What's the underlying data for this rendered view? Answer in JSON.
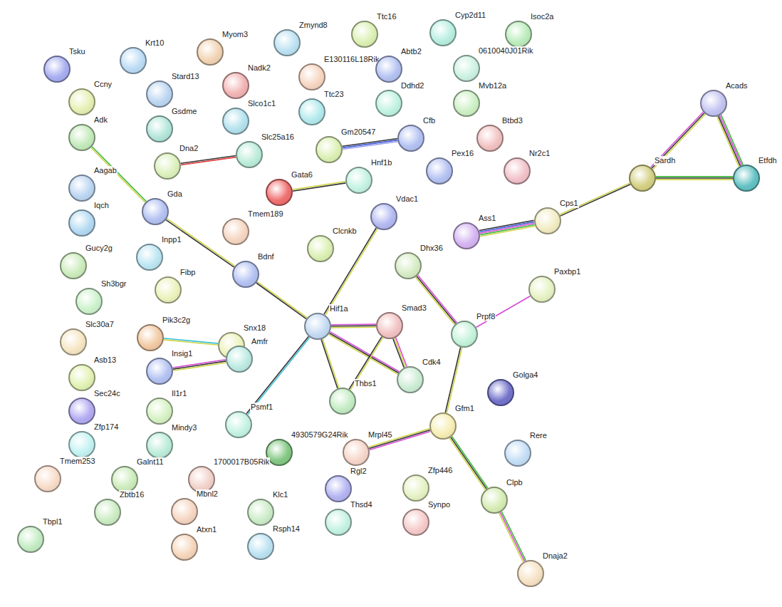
{
  "diagram": {
    "nodes": [
      {
        "text": [
          "Tsku"
        ]
      },
      {
        "text": [
          "Krt10"
        ]
      },
      {
        "text": [
          "Myom3"
        ]
      },
      {
        "text": [
          "Zmynd8"
        ]
      },
      {
        "text": [
          "Ttc16"
        ]
      },
      {
        "text": [
          "Cyp2d11"
        ]
      },
      {
        "text": [
          "Isoc2a"
        ]
      },
      {
        "text": [
          "Ccny"
        ]
      },
      {
        "text": [
          "Stard13"
        ]
      },
      {
        "text": [
          "Nadk2"
        ]
      },
      {
        "text": [
          "E130116L18Rik"
        ]
      },
      {
        "text": [
          "Abtb2"
        ]
      },
      {
        "text": [
          "0610040J01Rik"
        ]
      },
      {
        "text": [
          "Adk"
        ]
      },
      {
        "text": [
          "Gsdme"
        ]
      },
      {
        "text": [
          "Slco1c1"
        ]
      },
      {
        "text": [
          "Ttc23"
        ]
      },
      {
        "text": [
          "Ddhd2"
        ]
      },
      {
        "text": [
          "Mvb12a"
        ]
      },
      {
        "text": [
          "Acads"
        ]
      },
      {
        "text": [
          "Dna2"
        ]
      },
      {
        "text": [
          "Slc25a16"
        ]
      },
      {
        "text": [
          "Gm20547"
        ]
      },
      {
        "text": [
          "Cfb"
        ]
      },
      {
        "text": [
          "Btbd3"
        ]
      },
      {
        "text": [
          "Aagab"
        ]
      },
      {
        "text": [
          "Pex16"
        ]
      },
      {
        "text": [
          "Nr2c1"
        ]
      },
      {
        "text": [
          "Gata6"
        ]
      },
      {
        "text": [
          "Hnf1b"
        ]
      },
      {
        "text": [
          "Sardh"
        ]
      },
      {
        "text": [
          "Etfdh"
        ]
      },
      {
        "text": [
          "Gda"
        ]
      },
      {
        "text": [
          "Iqch"
        ]
      },
      {
        "text": [
          "Vdac1"
        ]
      },
      {
        "text": [
          "Cps1"
        ]
      },
      {
        "text": [
          "Ass1"
        ]
      },
      {
        "text": [
          "Tmem189"
        ]
      },
      {
        "text": [
          "Clcnkb"
        ]
      },
      {
        "text": [
          "Inpp1"
        ]
      },
      {
        "text": [
          "Gucy2g"
        ]
      },
      {
        "text": [
          "Bdnf"
        ]
      },
      {
        "text": [
          "Dhx36"
        ]
      },
      {
        "text": [
          "Paxbp1"
        ]
      },
      {
        "text": [
          "Sh3bgr"
        ]
      },
      {
        "text": [
          "Fibp"
        ]
      },
      {
        "text": [
          "Hif1a"
        ]
      },
      {
        "text": [
          "Smad3"
        ]
      },
      {
        "text": [
          "Prpf8"
        ]
      },
      {
        "text": [
          "Snx18"
        ]
      },
      {
        "text": [
          "Pik3c2g"
        ]
      },
      {
        "text": [
          "Slc30a7"
        ]
      },
      {
        "text": [
          "Amfr"
        ]
      },
      {
        "text": [
          "Insig1"
        ]
      },
      {
        "text": [
          "Asb13"
        ]
      },
      {
        "text": [
          "Cdk4"
        ]
      },
      {
        "text": [
          "Golga4"
        ]
      },
      {
        "text": [
          "Thbs1"
        ]
      },
      {
        "text": [
          "Sec24c"
        ]
      },
      {
        "text": [
          "Il1r1"
        ]
      },
      {
        "text": [
          "Gfm1"
        ]
      },
      {
        "text": [
          "Psmf1"
        ]
      },
      {
        "text": [
          "Zfp174"
        ]
      },
      {
        "text": [
          "Mindy3"
        ]
      },
      {
        "text": [
          "4930579G24Rik"
        ]
      },
      {
        "text": [
          "Mrpl45"
        ]
      },
      {
        "text": [
          "Rere"
        ]
      },
      {
        "text": [
          "Tmem253"
        ]
      },
      {
        "text": [
          "Galnt11"
        ]
      },
      {
        "text": [
          "1700017B05Rik"
        ]
      },
      {
        "text": [
          "Rgl2"
        ]
      },
      {
        "text": [
          "Zfp446"
        ]
      },
      {
        "text": [
          "Clpb"
        ]
      },
      {
        "text": [
          "Zbtb16"
        ]
      },
      {
        "text": [
          "Mbnl2"
        ]
      },
      {
        "text": [
          "Klc1"
        ]
      },
      {
        "text": [
          "Thsd4"
        ]
      },
      {
        "text": [
          "Synpo"
        ]
      },
      {
        "text": [
          "Atxn1"
        ]
      },
      {
        "text": [
          "Rsph14"
        ]
      },
      {
        "text": [
          "Tbpl1"
        ]
      },
      {
        "text": [
          "Dnaja2"
        ]
      }
    ],
    "edges": [
      {
        "from": 13,
        "to": 32,
        "arrow": "none"
      },
      {
        "from": 32,
        "to": 41,
        "arrow": "none"
      },
      {
        "from": 41,
        "to": 46,
        "arrow": "none"
      },
      {
        "from": 20,
        "to": 21,
        "arrow": "none"
      },
      {
        "from": 22,
        "to": 23,
        "arrow": "none"
      },
      {
        "from": 28,
        "to": 29,
        "arrow": "none"
      },
      {
        "from": 34,
        "to": 46,
        "arrow": "none"
      },
      {
        "from": 46,
        "to": 47,
        "arrow": "none"
      },
      {
        "from": 46,
        "to": 57,
        "arrow": "none"
      },
      {
        "from": 46,
        "to": 55,
        "arrow": "none"
      },
      {
        "from": 47,
        "to": 57,
        "arrow": "none"
      },
      {
        "from": 47,
        "to": 55,
        "arrow": "none"
      },
      {
        "from": 46,
        "to": 61,
        "arrow": "none"
      },
      {
        "from": 50,
        "to": 49,
        "arrow": "none"
      },
      {
        "from": 53,
        "to": 52,
        "arrow": "none"
      },
      {
        "from": 42,
        "to": 48,
        "arrow": "none"
      },
      {
        "from": 48,
        "to": 43,
        "arrow": "none"
      },
      {
        "from": 48,
        "to": 60,
        "arrow": "none"
      },
      {
        "from": 60,
        "to": 65,
        "arrow": "none"
      },
      {
        "from": 60,
        "to": 72,
        "arrow": "none"
      },
      {
        "from": 72,
        "to": 81,
        "arrow": "none"
      },
      {
        "from": 36,
        "to": 35,
        "arrow": "none"
      },
      {
        "from": 35,
        "to": 30,
        "arrow": "none"
      },
      {
        "from": 30,
        "to": 19,
        "arrow": "none"
      },
      {
        "from": 19,
        "to": 31,
        "arrow": "none"
      },
      {
        "from": 30,
        "to": 31,
        "arrow": "none"
      }
    ]
  }
}
